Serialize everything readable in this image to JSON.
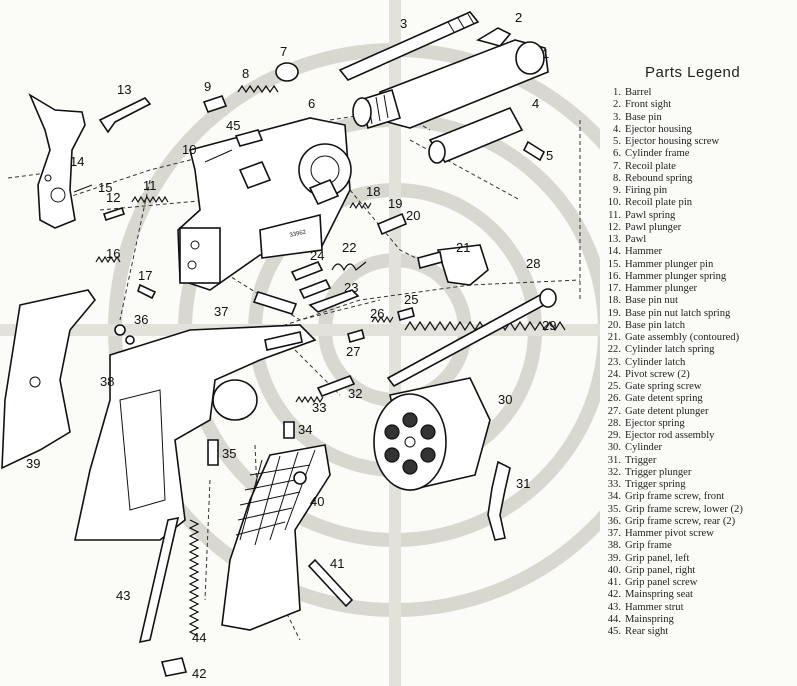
{
  "legend": {
    "title": "Parts Legend",
    "items": [
      {
        "num": "1.",
        "label": "Barrel"
      },
      {
        "num": "2.",
        "label": "Front sight"
      },
      {
        "num": "3.",
        "label": "Base pin"
      },
      {
        "num": "4.",
        "label": "Ejector housing"
      },
      {
        "num": "5.",
        "label": "Ejector housing screw"
      },
      {
        "num": "6.",
        "label": "Cylinder frame"
      },
      {
        "num": "7.",
        "label": "Recoil plate"
      },
      {
        "num": "8.",
        "label": "Rebound spring"
      },
      {
        "num": "9.",
        "label": "Firing pin"
      },
      {
        "num": "10.",
        "label": "Recoil plate pin"
      },
      {
        "num": "11.",
        "label": "Pawl spring"
      },
      {
        "num": "12.",
        "label": "Pawl plunger"
      },
      {
        "num": "13.",
        "label": "Pawl"
      },
      {
        "num": "14.",
        "label": "Hammer"
      },
      {
        "num": "15.",
        "label": "Hammer plunger pin"
      },
      {
        "num": "16.",
        "label": "Hammer plunger spring"
      },
      {
        "num": "17.",
        "label": "Hammer plunger"
      },
      {
        "num": "18.",
        "label": "Base pin nut"
      },
      {
        "num": "19.",
        "label": "Base pin nut latch spring"
      },
      {
        "num": "20.",
        "label": "Base pin latch"
      },
      {
        "num": "21.",
        "label": "Gate assembly (contoured)"
      },
      {
        "num": "22.",
        "label": "Cylinder latch spring"
      },
      {
        "num": "23.",
        "label": "Cylinder latch"
      },
      {
        "num": "24.",
        "label": "Pivot screw (2)"
      },
      {
        "num": "25.",
        "label": "Gate spring screw"
      },
      {
        "num": "26.",
        "label": "Gate detent spring"
      },
      {
        "num": "27.",
        "label": "Gate detent plunger"
      },
      {
        "num": "28.",
        "label": "Ejector spring"
      },
      {
        "num": "29.",
        "label": "Ejector rod assembly"
      },
      {
        "num": "30.",
        "label": "Cylinder"
      },
      {
        "num": "31.",
        "label": "Trigger"
      },
      {
        "num": "32.",
        "label": "Trigger plunger"
      },
      {
        "num": "33.",
        "label": "Trigger spring"
      },
      {
        "num": "34.",
        "label": "Grip frame screw, front"
      },
      {
        "num": "35.",
        "label": "Grip frame screw, lower (2)"
      },
      {
        "num": "36.",
        "label": "Grip frame screw, rear (2)"
      },
      {
        "num": "37.",
        "label": "Hammer pivot screw"
      },
      {
        "num": "38.",
        "label": "Grip frame"
      },
      {
        "num": "39.",
        "label": "Grip panel, left"
      },
      {
        "num": "40.",
        "label": "Grip panel, right"
      },
      {
        "num": "41.",
        "label": "Grip panel screw"
      },
      {
        "num": "42.",
        "label": "Mainspring seat"
      },
      {
        "num": "43.",
        "label": "Hammer strut"
      },
      {
        "num": "44.",
        "label": "Mainspring"
      },
      {
        "num": "45.",
        "label": "Rear sight"
      }
    ]
  },
  "callouts": {
    "c1": "1",
    "c2": "2",
    "c3": "3",
    "c4": "4",
    "c5": "5",
    "c6": "6",
    "c7": "7",
    "c8": "8",
    "c9": "9",
    "c10": "10",
    "c11": "11",
    "c12": "12",
    "c13": "13",
    "c14": "14",
    "c15": "15",
    "c16": "16",
    "c17": "17",
    "c18": "18",
    "c19": "19",
    "c20": "20",
    "c21": "21",
    "c22": "22",
    "c23": "23",
    "c24": "24",
    "c25": "25",
    "c26": "26",
    "c27": "27",
    "c28": "28",
    "c29": "29",
    "c30": "30",
    "c31": "31",
    "c32": "32",
    "c33": "33",
    "c34": "34",
    "c35": "35",
    "c36": "36",
    "c37": "37",
    "c38": "38",
    "c39": "39",
    "c40": "40",
    "c41": "41",
    "c42": "42",
    "c43": "43",
    "c44": "44",
    "c45": "45"
  },
  "frame_serial": "33962"
}
